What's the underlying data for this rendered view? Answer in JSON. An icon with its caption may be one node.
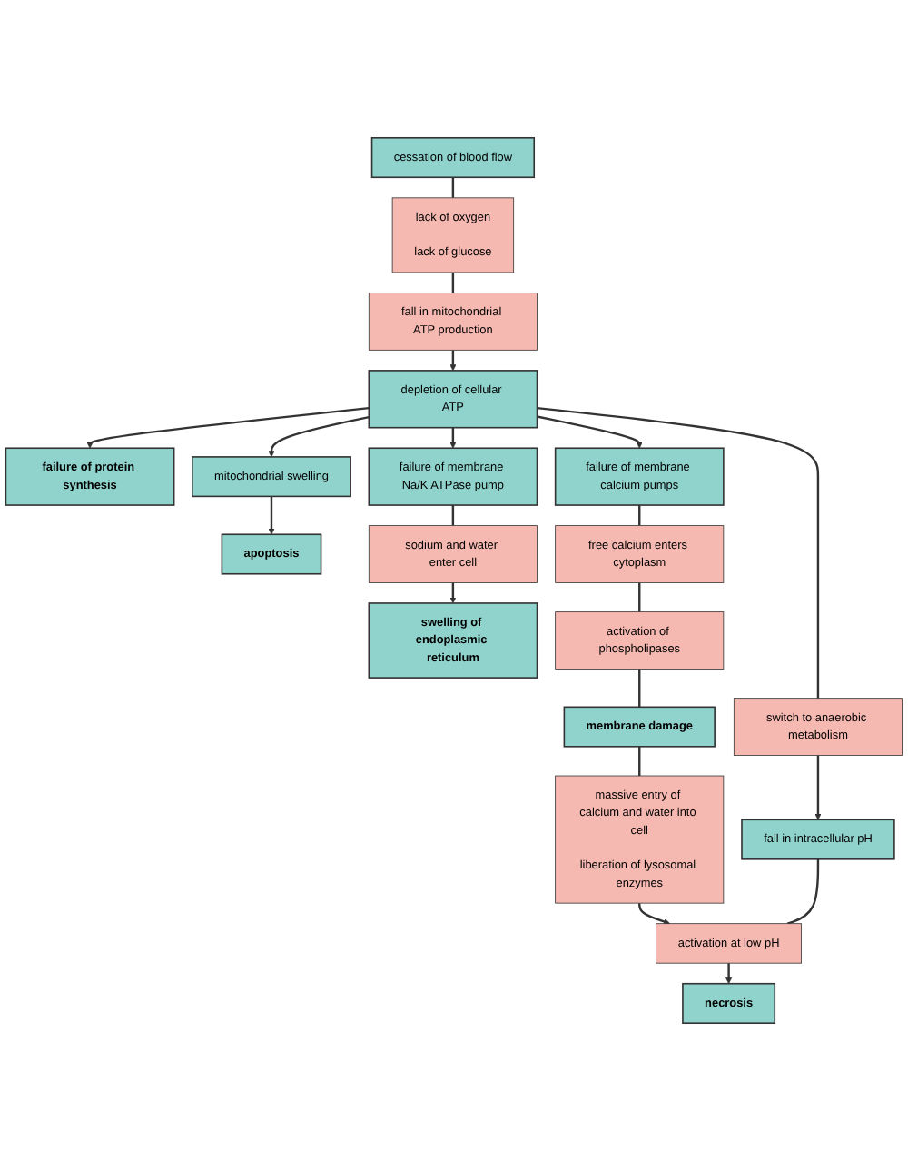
{
  "diagram": {
    "nodes": [
      {
        "text": [
          "cessation of blood flow"
        ]
      },
      {
        "text": [
          "lack of oxygen",
          "lack of glucose"
        ]
      },
      {
        "text": [
          "fall in mitochondrial ATP production"
        ]
      },
      {
        "text": [
          "failure of protein synthesis"
        ]
      },
      {
        "text": [
          "depletion of cellular ATP"
        ]
      },
      {
        "text": [
          "mitochondrial swelling"
        ]
      },
      {
        "text": [
          "apoptosis"
        ]
      },
      {
        "text": [
          "failure of membrane Na/K ATPase pump"
        ]
      },
      {
        "text": [
          "sodium and water enter cell"
        ]
      },
      {
        "text": [
          "swelling of endoplasmic reticulum"
        ]
      },
      {
        "text": [
          "failure of membrane calcium pumps"
        ]
      },
      {
        "text": [
          "free calcium enters cytoplasm"
        ]
      },
      {
        "text": [
          "activation of phospholipases"
        ]
      },
      {
        "text": [
          "membrane damage"
        ]
      },
      {
        "text": [
          "massive entry of calcium and water into cell",
          "liberation of lysosomal enzymes"
        ]
      },
      {
        "text": [
          "switch to anaerobic metabolism"
        ]
      },
      {
        "text": [
          "fall in intracellular pH"
        ]
      },
      {
        "text": [
          "activation at low pH"
        ]
      },
      {
        "text": [
          "necrosis"
        ]
      }
    ],
    "edges": [
      {
        "from": 0,
        "to": 1,
        "arrow": "none"
      },
      {
        "from": 1,
        "to": 2,
        "arrow": "none"
      },
      {
        "from": 2,
        "to": 4,
        "arrow": "to"
      },
      {
        "from": 4,
        "to": 3,
        "arrow": "to"
      },
      {
        "from": 4,
        "to": 5,
        "arrow": "to"
      },
      {
        "from": 5,
        "to": 6,
        "arrow": "to"
      },
      {
        "from": 4,
        "to": 7,
        "arrow": "to"
      },
      {
        "from": 4,
        "to": 10,
        "arrow": "to"
      },
      {
        "from": 4,
        "to": 15,
        "arrow": "none"
      },
      {
        "from": 7,
        "to": 8,
        "arrow": "none"
      },
      {
        "from": 8,
        "to": 9,
        "arrow": "to"
      },
      {
        "from": 10,
        "to": 11,
        "arrow": "none"
      },
      {
        "from": 11,
        "to": 12,
        "arrow": "none"
      },
      {
        "from": 12,
        "to": 13,
        "arrow": "none"
      },
      {
        "from": 13,
        "to": 14,
        "arrow": "none"
      },
      {
        "from": 14,
        "to": 17,
        "arrow": "to"
      },
      {
        "from": 15,
        "to": 16,
        "arrow": "to"
      },
      {
        "from": 16,
        "to": 17,
        "arrow": "none"
      },
      {
        "from": 17,
        "to": 18,
        "arrow": "to"
      }
    ]
  }
}
